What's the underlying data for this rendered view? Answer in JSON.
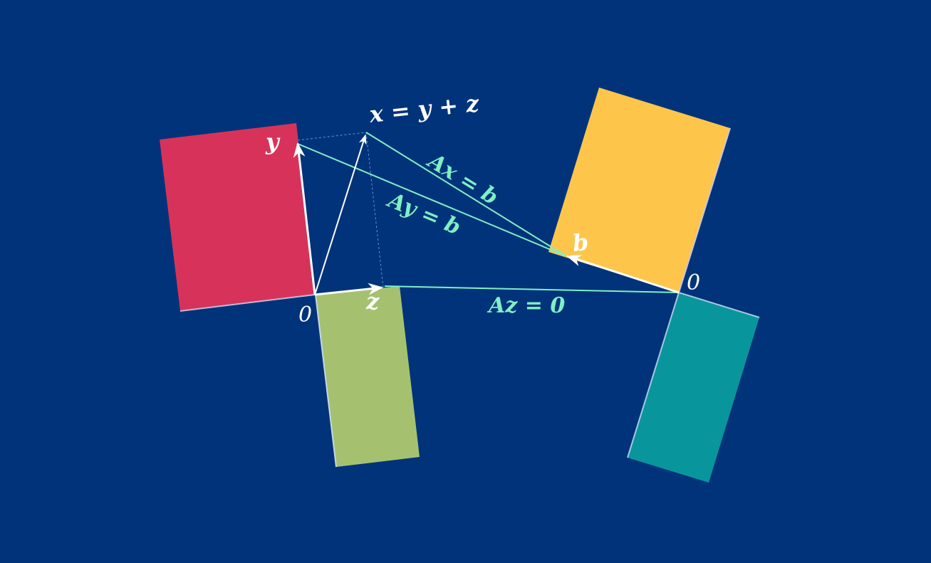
{
  "colors": {
    "background": "#00337a",
    "row_space": "#d7335a",
    "null_space": "#a5c16f",
    "column_space": "#fdc64b",
    "left_null_space": "#08969c",
    "vector": "#ffffff",
    "mapping": "#7ff0c4"
  },
  "labels": {
    "x_sum": "x = y + z",
    "y": "y",
    "z": "z",
    "b": "b",
    "origin_left": "0",
    "origin_right": "0",
    "ax_b": "Ax = b",
    "ay_b": "Ay = b",
    "az_0": "Az = 0"
  }
}
